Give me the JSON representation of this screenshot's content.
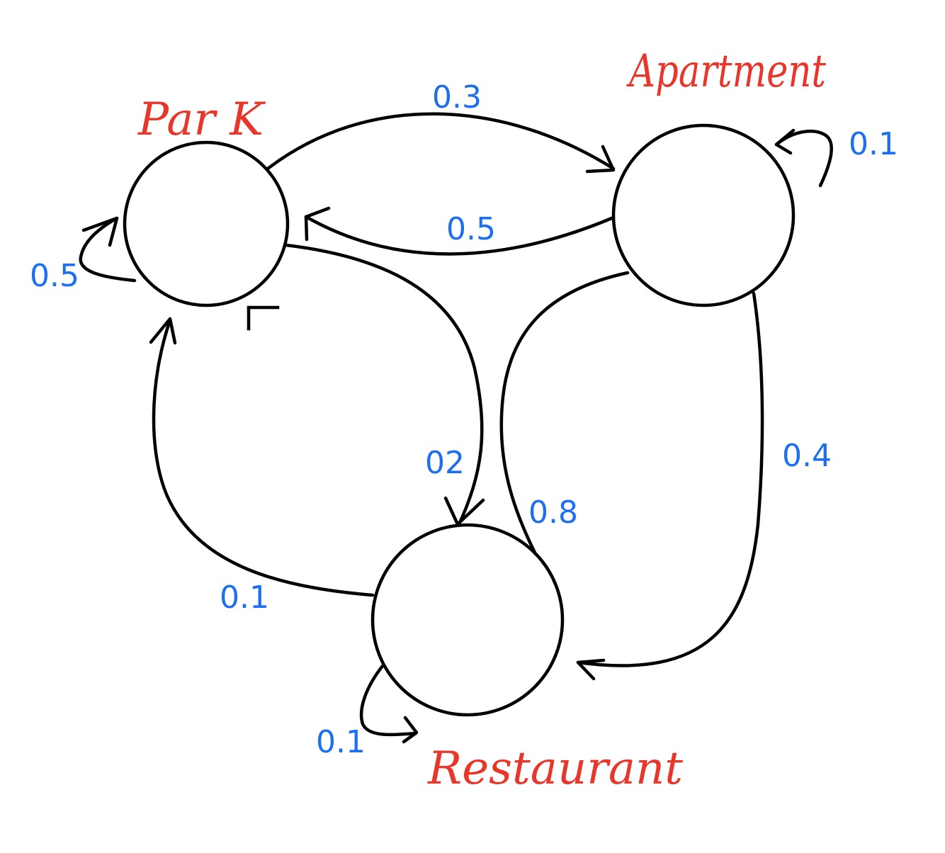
{
  "colors": {
    "node_label": "#e8362b",
    "prob_label": "#1e6ff0",
    "stroke": "#000000"
  },
  "nodes": {
    "park": {
      "label": "Par K"
    },
    "apartment": {
      "label": "Apartment"
    },
    "restaurant": {
      "label": "Restaurant"
    }
  },
  "edges": [
    {
      "from": "Par K",
      "to": "Apartment",
      "probability": "0.3"
    },
    {
      "from": "Apartment",
      "to": "Par K",
      "probability": "0.5"
    },
    {
      "from": "Par K",
      "to": "Par K",
      "probability": "0.5"
    },
    {
      "from": "Apartment",
      "to": "Apartment",
      "probability": "0.1"
    },
    {
      "from": "Par K",
      "to": "Restaurant",
      "probability": "02"
    },
    {
      "from": "Apartment",
      "to": "Restaurant",
      "probability": "0.8"
    },
    {
      "from": "Apartment",
      "to": "Restaurant",
      "probability": "0.4"
    },
    {
      "from": "Restaurant",
      "to": "Par K",
      "probability": "0.1"
    },
    {
      "from": "Restaurant",
      "to": "Restaurant",
      "probability": "0.1"
    }
  ]
}
